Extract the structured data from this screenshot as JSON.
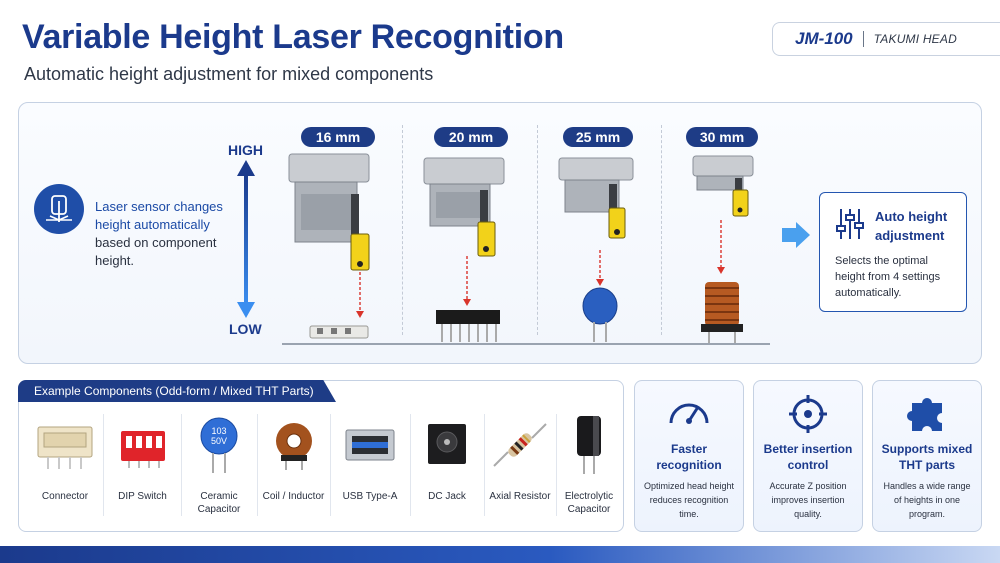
{
  "header": {
    "title": "Variable Height Laser Recognition",
    "subtitle": "Automatic height adjustment for mixed components",
    "model": "JM-100",
    "head_name": "TAKUMI HEAD"
  },
  "sensor": {
    "desc_highlight_1": "Laser sensor changes",
    "desc_highlight_2": "height automatically",
    "desc_rest_1": "based on component",
    "desc_rest_2": "height.",
    "label_high": "HIGH",
    "label_low": "LOW"
  },
  "heights": [
    {
      "label": "16 mm"
    },
    {
      "label": "20 mm"
    },
    {
      "label": "25 mm"
    },
    {
      "label": "30 mm"
    }
  ],
  "auto_adjust": {
    "title_1": "Auto height",
    "title_2": "adjustment",
    "desc": "Selects the optimal height from 4 settings automatically."
  },
  "examples": {
    "header": "Example Components (Odd-form / Mixed THT Parts)",
    "items": [
      {
        "label": "Connector",
        "icon": "connector-icon"
      },
      {
        "label": "DIP Switch",
        "icon": "dip-switch-icon"
      },
      {
        "label": "Ceramic Capacitor",
        "icon": "ceramic-capacitor-icon",
        "marking_1": "103",
        "marking_2": "50V"
      },
      {
        "label": "Coil / Inductor",
        "icon": "coil-icon"
      },
      {
        "label": "USB Type-A",
        "icon": "usb-icon"
      },
      {
        "label": "DC Jack",
        "icon": "dc-jack-icon"
      },
      {
        "label": "Axial Resistor",
        "icon": "resistor-icon"
      },
      {
        "label": "Electrolytic Capacitor",
        "icon": "electrolytic-capacitor-icon"
      }
    ]
  },
  "benefits": [
    {
      "title": "Faster recognition",
      "desc": "Optimized head height reduces recognition time.",
      "icon": "speedometer-icon"
    },
    {
      "title": "Better insertion control",
      "desc": "Accurate Z position improves insertion quality.",
      "icon": "crosshair-icon"
    },
    {
      "title": "Supports mixed THT parts",
      "desc": "Handles a wide range of heights in one program.",
      "icon": "puzzle-icon"
    }
  ],
  "colors": {
    "navy": "#1b3a8c",
    "sensor_yellow": "#f2d21a",
    "laser_red": "#d9342b"
  }
}
